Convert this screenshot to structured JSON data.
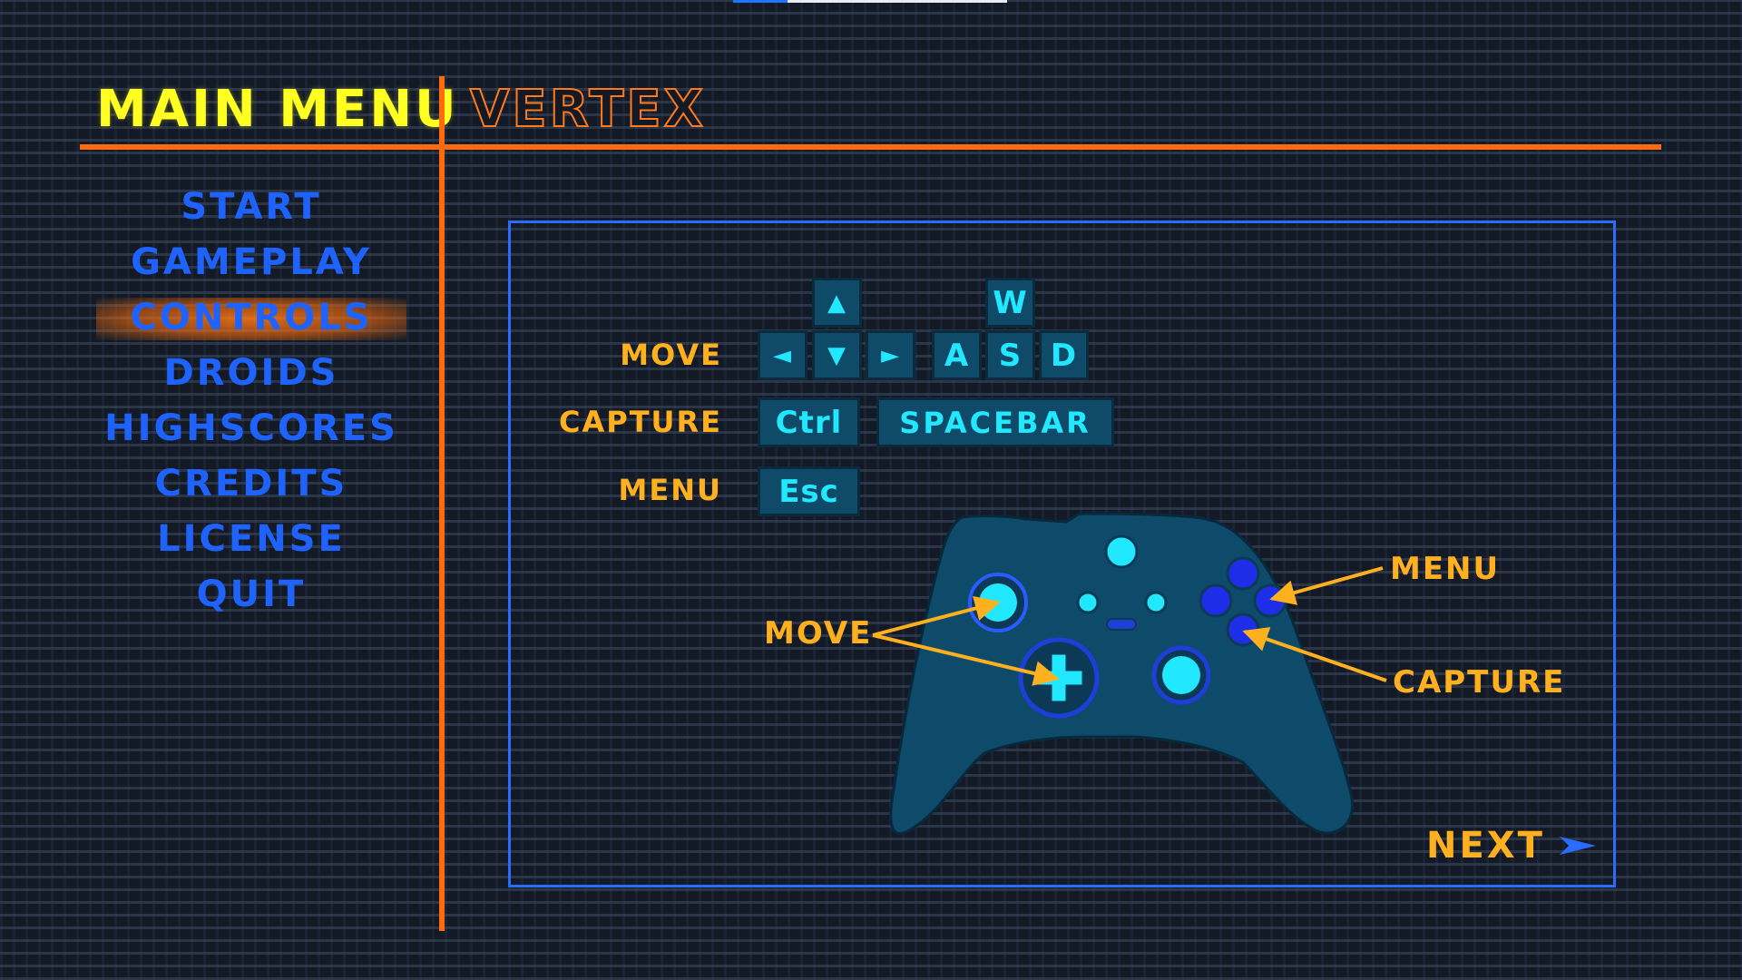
{
  "header": {
    "main_title": "MAIN MENU",
    "app_title": "VERTEX"
  },
  "menu": {
    "items": [
      {
        "label": "START",
        "active": false
      },
      {
        "label": "GAMEPLAY",
        "active": false
      },
      {
        "label": "CONTROLS",
        "active": true
      },
      {
        "label": "DROIDS",
        "active": false
      },
      {
        "label": "HIGHSCORES",
        "active": false
      },
      {
        "label": "CREDITS",
        "active": false
      },
      {
        "label": "LICENSE",
        "active": false
      },
      {
        "label": "QUIT",
        "active": false
      }
    ]
  },
  "controls": {
    "keyboard": {
      "move_label": "MOVE",
      "capture_label": "CAPTURE",
      "menu_label": "MENU",
      "arrow_keys": {
        "up": "▲",
        "left": "◄",
        "down": "▼",
        "right": "►"
      },
      "wasd": {
        "w": "W",
        "a": "A",
        "s": "S",
        "d": "D"
      },
      "capture_keys": {
        "ctrl": "Ctrl",
        "space": "SPACEBAR"
      },
      "menu_key": "Esc"
    },
    "gamepad": {
      "move_label": "MOVE",
      "menu_label": "MENU",
      "capture_label": "CAPTURE"
    }
  },
  "navigation": {
    "next_label": "NEXT",
    "next_icon": "arrow-right-icon"
  },
  "colors": {
    "accent_orange": "#ff6a0d",
    "title_yellow": "#ffff22",
    "menu_blue": "#1f63ff",
    "label_amber": "#ffb01e",
    "key_cyan": "#21e8ff",
    "controller_body": "#0e4a69"
  }
}
